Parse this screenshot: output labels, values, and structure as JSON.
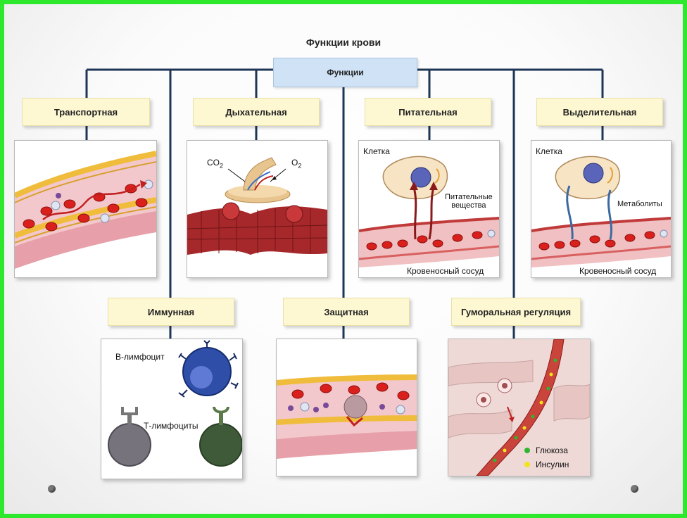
{
  "diagram": {
    "title": "Функции крови",
    "root": "Функции",
    "functions": {
      "transport": "Транспортная",
      "respiratory": "Дыхательная",
      "nutritive": "Питательная",
      "excretory": "Выделительная",
      "immune": "Иммунная",
      "protective": "Защитная",
      "humoral": "Гуморальная регуляция"
    },
    "respiratory_panel": {
      "co2": "CO",
      "co2_sub": "2",
      "o2": "O",
      "o2_sub": "2"
    },
    "nutritive_panel": {
      "cell": "Клетка",
      "nutrients_line1": "Питательные",
      "nutrients_line2": "вещества",
      "vessel": "Кровеносный сосуд"
    },
    "excretory_panel": {
      "cell": "Клетка",
      "metabolites": "Метаболиты",
      "vessel": "Кровеносный сосуд"
    },
    "immune_panel": {
      "b_cell": "В-лимфоцит",
      "t_cells": "Т-лимфоциты"
    },
    "humoral_panel": {
      "glucose": "Глюкоза",
      "insulin": "Инсулин"
    }
  },
  "colors": {
    "connector": "#1e3556",
    "root_fill": "#cfe2f6",
    "label_fill": "#fdf8d2",
    "red_cell": "#d9201c",
    "vessel_wall": "#f0bc3c",
    "glucose": "#2fb52f",
    "insulin": "#f2e31b"
  }
}
